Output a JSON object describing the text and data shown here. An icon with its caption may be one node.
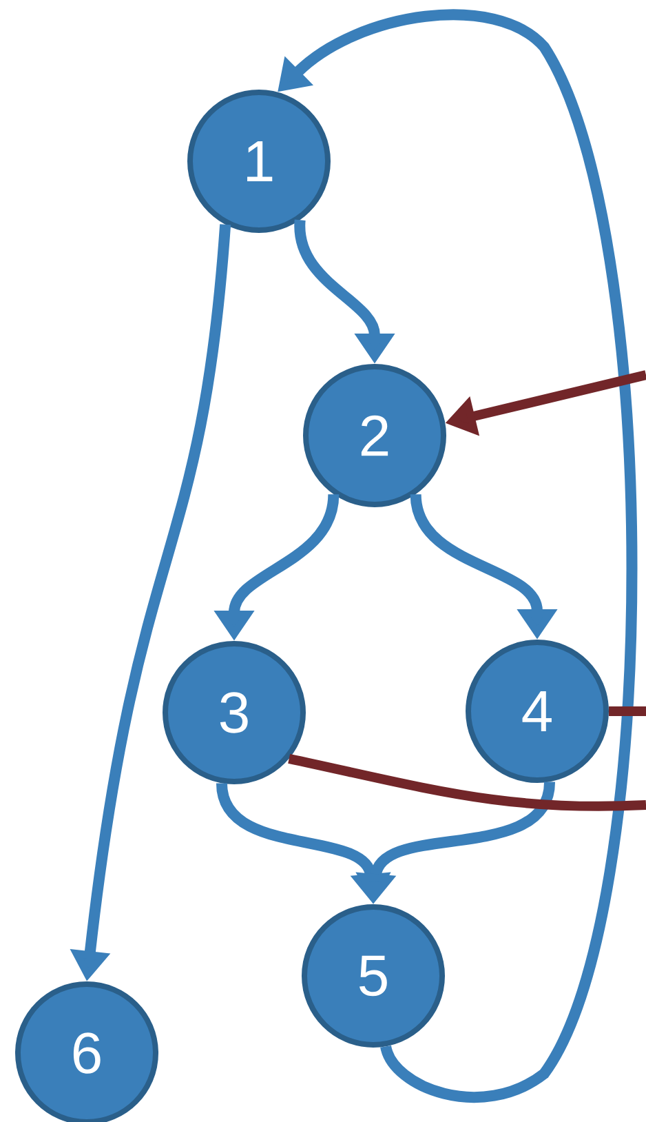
{
  "diagram": {
    "nodes": [
      {
        "text": [
          "1"
        ]
      },
      {
        "text": [
          "2"
        ]
      },
      {
        "text": [
          "3"
        ]
      },
      {
        "text": [
          "4"
        ]
      },
      {
        "text": [
          "5"
        ]
      },
      {
        "text": [
          "6"
        ]
      }
    ],
    "edges": [
      {
        "from": 0,
        "to": 1,
        "arrow": "to"
      },
      {
        "from": 0,
        "to": 5,
        "arrow": "to"
      },
      {
        "from": 1,
        "to": 2,
        "arrow": "to"
      },
      {
        "from": 1,
        "to": 3,
        "arrow": "to"
      },
      {
        "from": 2,
        "to": 4,
        "arrow": "to"
      },
      {
        "from": 3,
        "to": 4,
        "arrow": "to"
      },
      {
        "from": 4,
        "to": 0,
        "arrow": "to"
      },
      {
        "from": null,
        "to": 1,
        "arrow": "to",
        "color": "#722629"
      },
      {
        "from": 3,
        "to": null,
        "arrow": "none",
        "color": "#722629"
      },
      {
        "from": 2,
        "to": null,
        "arrow": "none",
        "color": "#722629"
      }
    ]
  }
}
